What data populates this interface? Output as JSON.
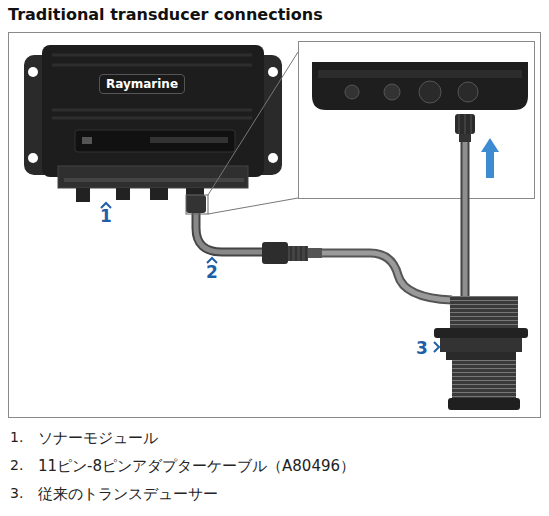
{
  "diagram": {
    "title": "Traditional transducer connections",
    "nodes": [
      {
        "text": [
          "Raymarine"
        ]
      }
    ],
    "labels": [
      "1",
      "2",
      "3",
      "1.",
      "ソナーモジュール",
      "2.",
      "11ピン-8ピンアダプターケーブル（A80496）",
      "3.",
      "従来のトランスデューサー"
    ]
  }
}
